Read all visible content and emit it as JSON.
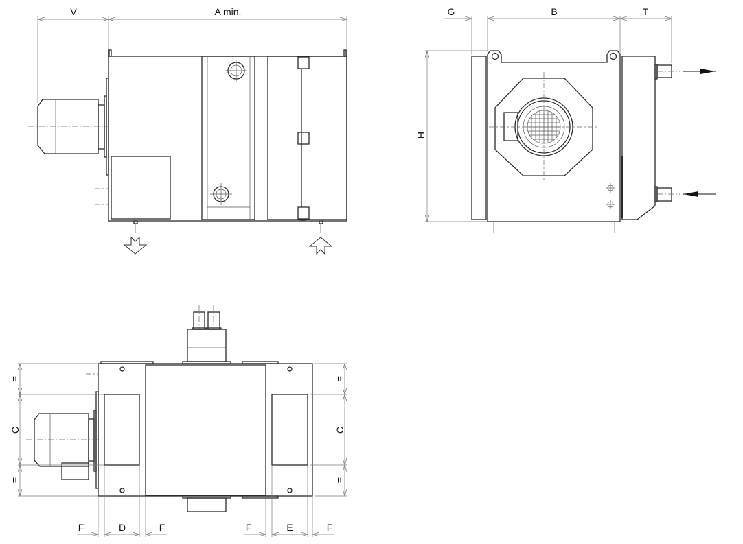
{
  "title": "Dimensional drawing of pump unit",
  "views": {
    "side": {
      "dim_v": "V",
      "dim_a": "A min."
    },
    "end": {
      "dim_g": "G",
      "dim_b": "B",
      "dim_t": "T",
      "dim_h": "H"
    },
    "top": {
      "dim_equal": "=",
      "dim_c": "C",
      "dim_d": "D",
      "dim_e": "E",
      "dim_f": "F"
    }
  }
}
